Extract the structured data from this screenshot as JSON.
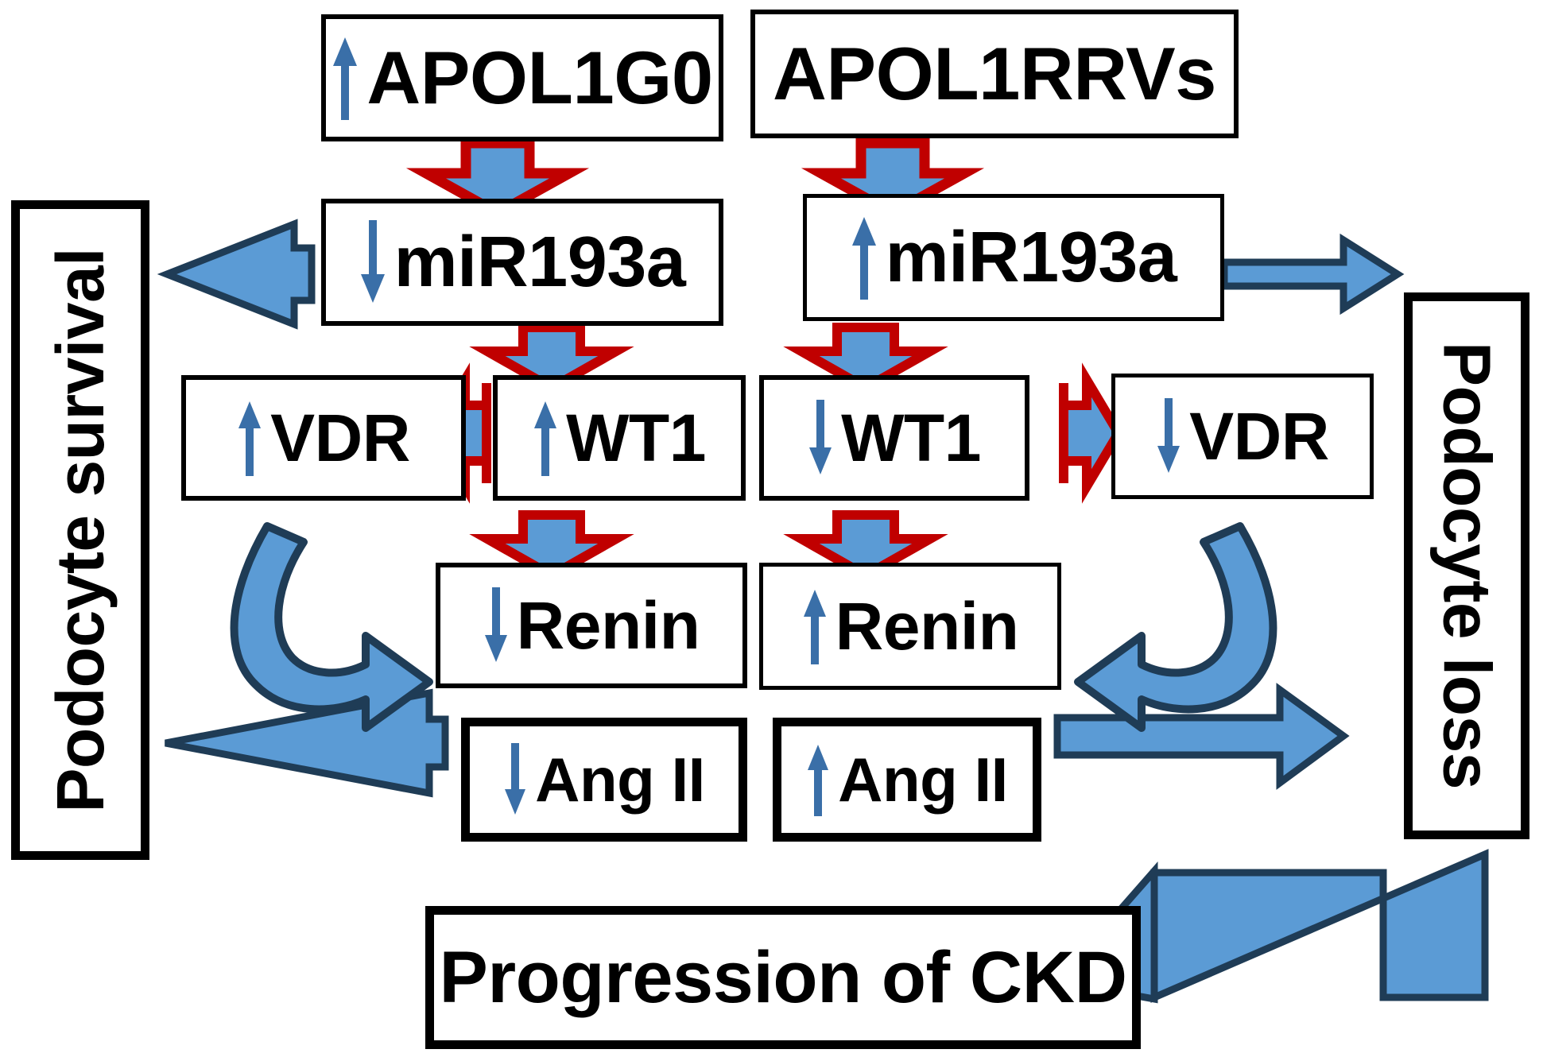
{
  "title": "APOL1 / miR193a podocyte signalling diagram",
  "colors": {
    "blue_fill": "#5B9BD5",
    "blue_outline": "#1F3C56",
    "indicator_blue": "#3A6FA8",
    "red_outline": "#C00000",
    "black": "#000000",
    "white": "#FFFFFF"
  },
  "nodes": {
    "apol1g0": {
      "label": "APOL1G0",
      "indicator": "up"
    },
    "apol1rrvs": {
      "label": "APOL1RRVs",
      "indicator": "none"
    },
    "mir_left": {
      "label": "miR193a",
      "indicator": "down"
    },
    "mir_right": {
      "label": "miR193a",
      "indicator": "up"
    },
    "vdr_left": {
      "label": "VDR",
      "indicator": "up"
    },
    "wt1_left": {
      "label": "WT1",
      "indicator": "up"
    },
    "wt1_right": {
      "label": "WT1",
      "indicator": "down"
    },
    "vdr_right": {
      "label": "VDR",
      "indicator": "down"
    },
    "renin_left": {
      "label": "Renin",
      "indicator": "down"
    },
    "renin_right": {
      "label": "Renin",
      "indicator": "up"
    },
    "ang_left": {
      "label": "Ang II",
      "indicator": "down"
    },
    "ang_right": {
      "label": "Ang II",
      "indicator": "up"
    },
    "survival": {
      "label": "Podocyte survival",
      "indicator": "none"
    },
    "loss": {
      "label": "Podocyte loss",
      "indicator": "none"
    },
    "ckd": {
      "label": "Progression of CKD",
      "indicator": "none"
    }
  },
  "connectors": {
    "apol1g0_to_mir_left": {
      "kind": "red-outline-block-arrow",
      "direction": "down"
    },
    "apol1rrvs_to_mir_right": {
      "kind": "red-outline-block-arrow",
      "direction": "down"
    },
    "mir_left_to_wt1_left": {
      "kind": "red-outline-block-arrow",
      "direction": "down"
    },
    "mir_right_to_wt1_right": {
      "kind": "red-outline-block-arrow",
      "direction": "down"
    },
    "wt1_left_to_vdr_left": {
      "kind": "red-outline-block-arrow",
      "direction": "left"
    },
    "wt1_right_to_vdr_right": {
      "kind": "red-outline-block-arrow",
      "direction": "right"
    },
    "wt1_left_to_renin_left": {
      "kind": "red-outline-block-arrow",
      "direction": "down"
    },
    "wt1_right_to_renin_right": {
      "kind": "red-outline-block-arrow",
      "direction": "down"
    },
    "vdr_left_to_renin_left": {
      "kind": "blue-curved-arrow",
      "direction": "clockwise-right"
    },
    "vdr_right_to_renin_right": {
      "kind": "blue-curved-arrow",
      "direction": "counterclockwise-left"
    },
    "mir_left_to_survival": {
      "kind": "blue-block-arrow",
      "direction": "left"
    },
    "mir_right_to_loss": {
      "kind": "blue-block-arrow",
      "direction": "right"
    },
    "ang_left_to_survival": {
      "kind": "blue-block-arrow",
      "direction": "left"
    },
    "ang_right_to_loss": {
      "kind": "blue-block-arrow",
      "direction": "right"
    },
    "loss_to_ckd": {
      "kind": "blue-bent-arrow",
      "direction": "down-left"
    }
  }
}
